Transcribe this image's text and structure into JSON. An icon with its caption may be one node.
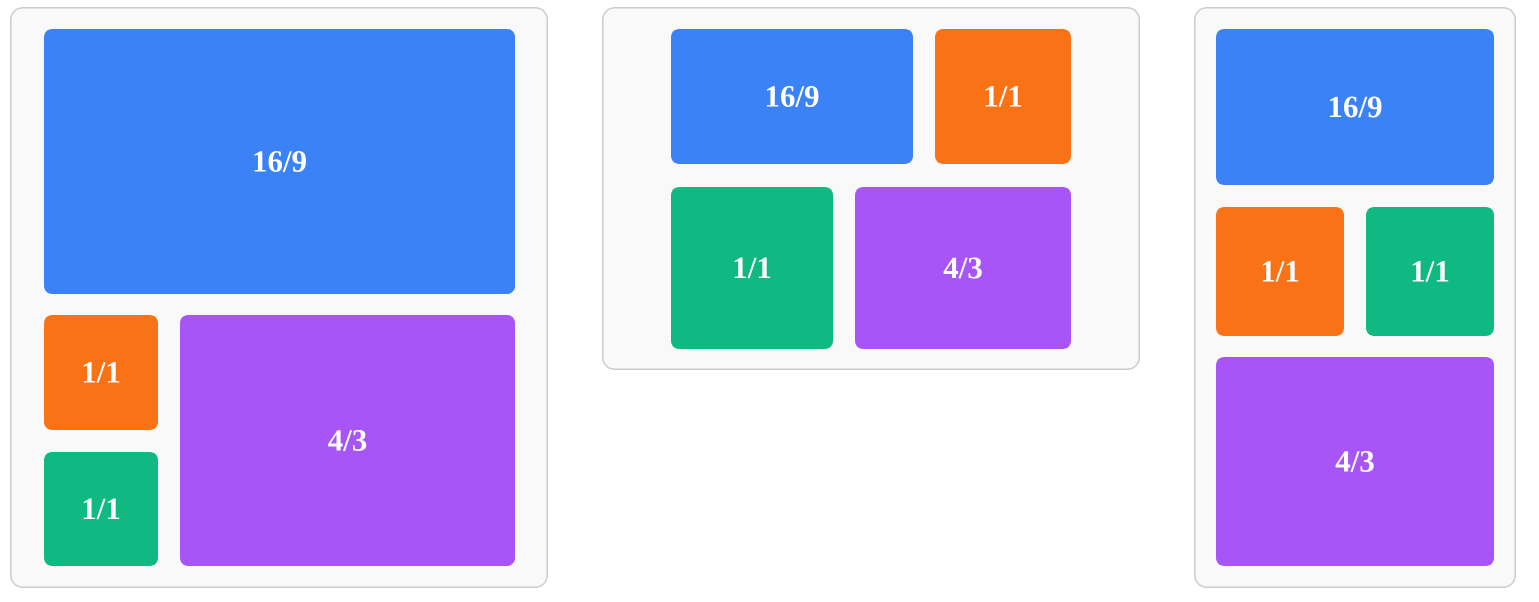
{
  "diagram": {
    "nodes": [
      {
        "text": [],
        "shape": "box"
      },
      {
        "text": [
          "16/9"
        ],
        "in": 0
      },
      {
        "text": [
          "1/1"
        ],
        "in": 0
      },
      {
        "text": [
          "1/1"
        ],
        "in": 0
      },
      {
        "text": [
          "4/3"
        ],
        "in": 0
      },
      {
        "text": [],
        "shape": "box"
      },
      {
        "text": [
          "16/9"
        ],
        "in": 5
      },
      {
        "text": [
          "1/1"
        ],
        "in": 5
      },
      {
        "text": [
          "1/1"
        ],
        "in": 5
      },
      {
        "text": [
          "4/3"
        ],
        "in": 5
      },
      {
        "text": [],
        "shape": "box"
      },
      {
        "text": [
          "16/9"
        ],
        "in": 10
      },
      {
        "text": [
          "1/1"
        ],
        "in": 10
      },
      {
        "text": [
          "1/1"
        ],
        "in": 10
      },
      {
        "text": [
          "4/3"
        ],
        "in": 10
      }
    ]
  }
}
